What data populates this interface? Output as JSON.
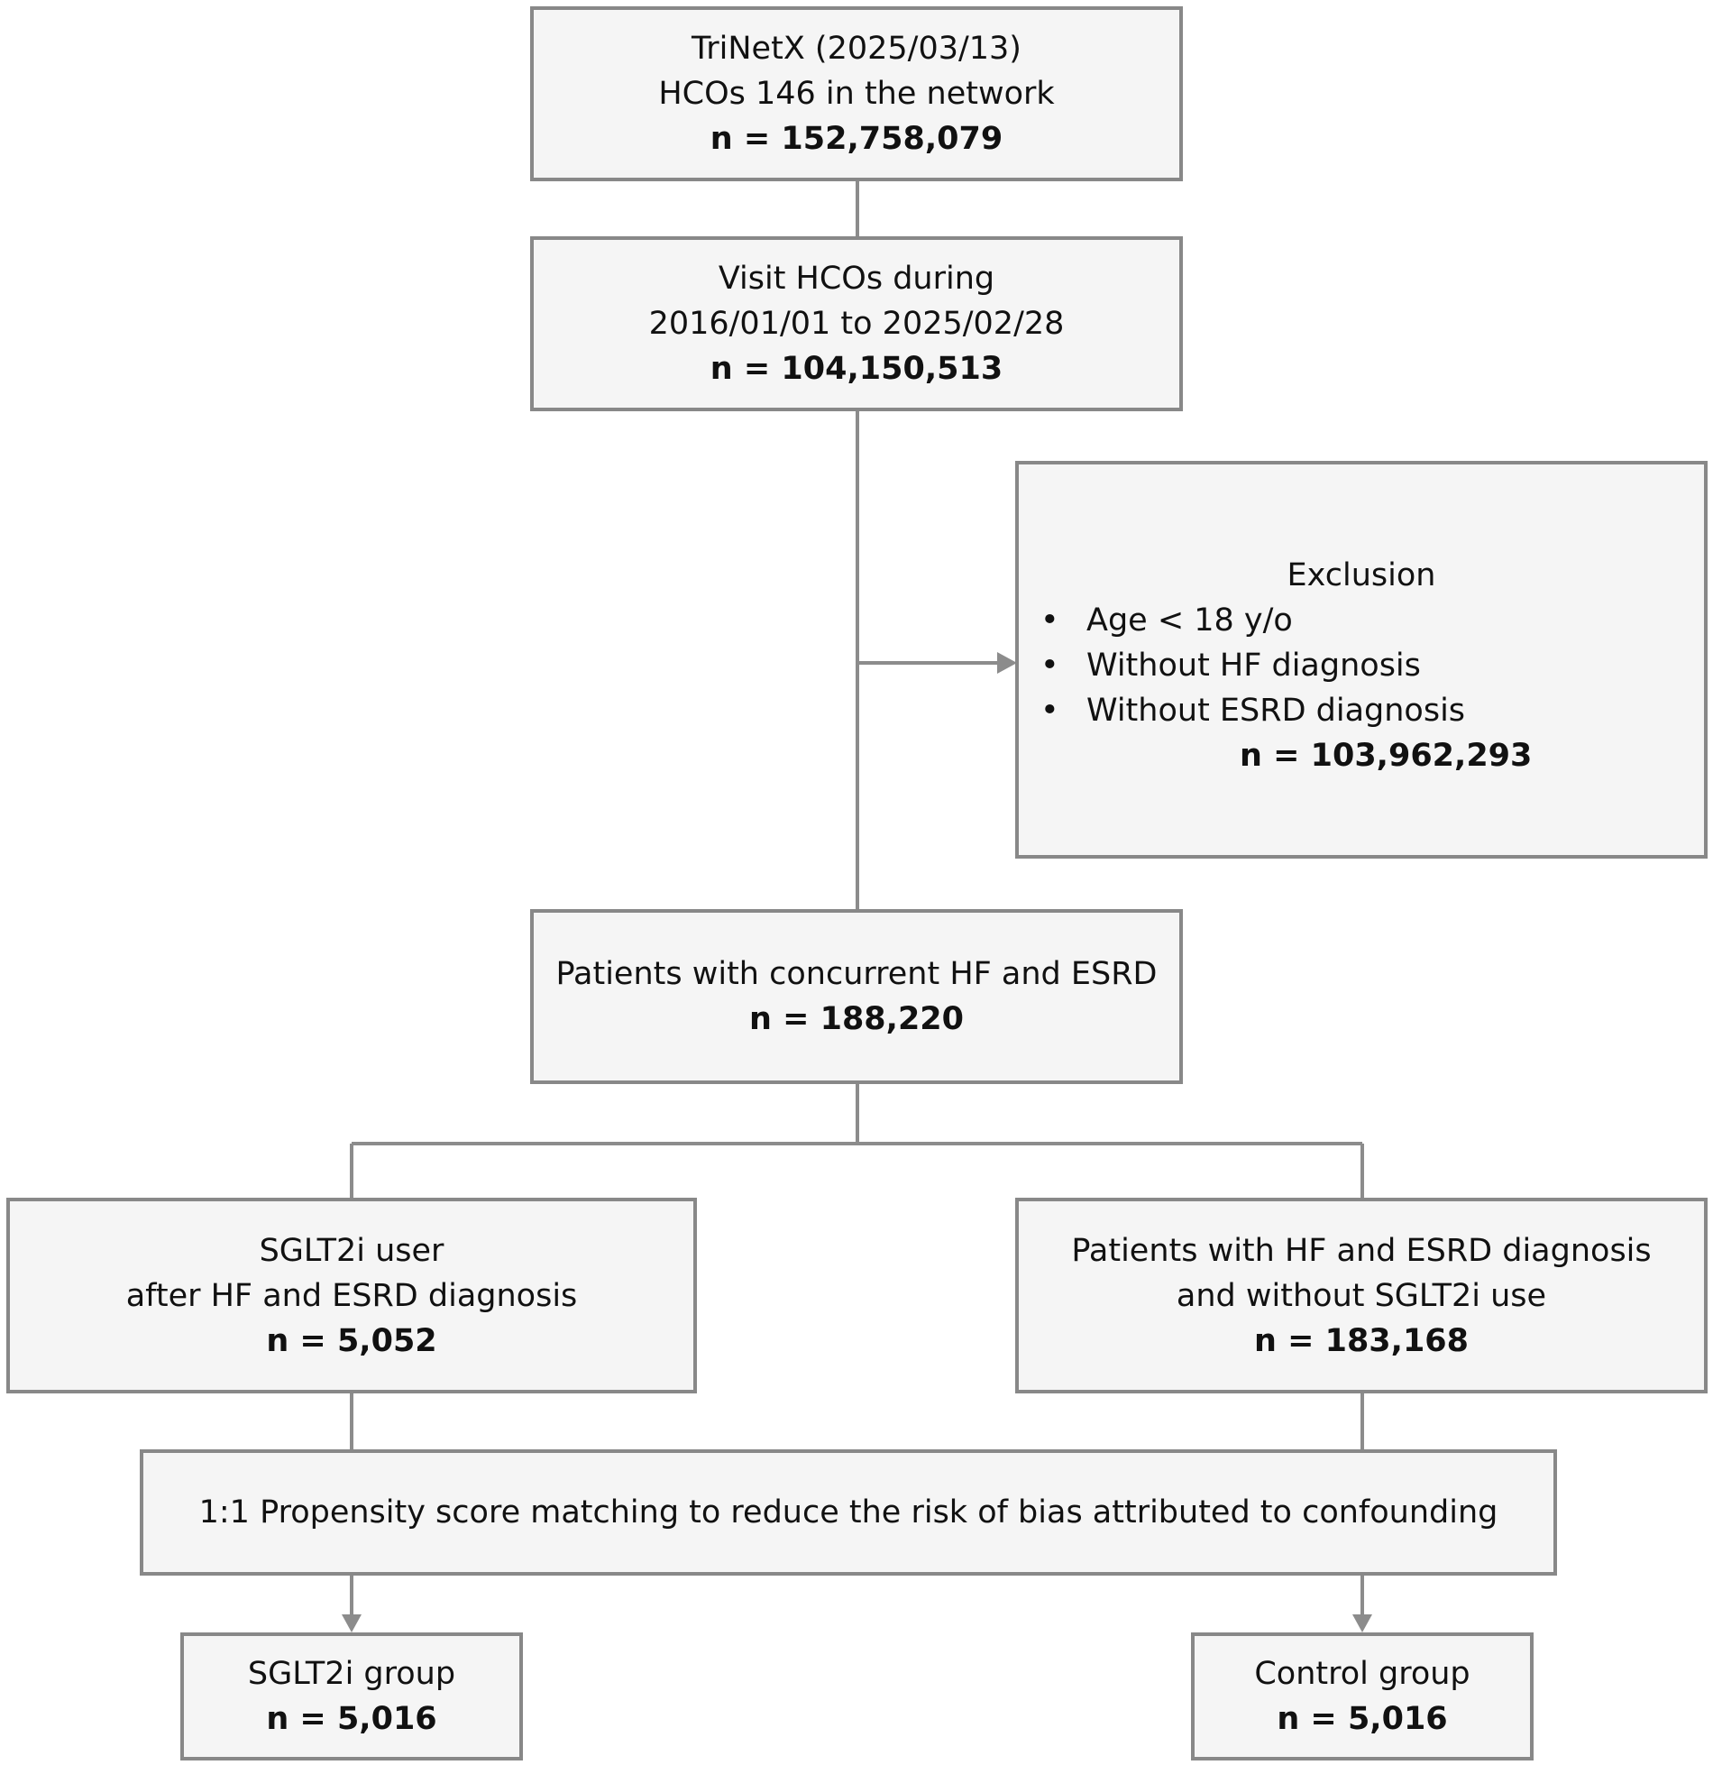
{
  "boxes": {
    "trinetx": {
      "line1": "TriNetX (2025/03/13)",
      "line2": "HCOs 146 in the network",
      "n": "n = 152,758,079"
    },
    "visit": {
      "line1": "Visit HCOs during",
      "line2": "2016/01/01 to 2025/02/28",
      "n": "n = 104,150,513"
    },
    "exclusion": {
      "title": "Exclusion",
      "items": [
        {
          "bullet": "•",
          "label": "Age < 18 y/o"
        },
        {
          "bullet": "•",
          "label": "Without HF diagnosis"
        },
        {
          "bullet": "•",
          "label": "Without ESRD diagnosis"
        }
      ],
      "n": "n = 103,962,293"
    },
    "concurrent": {
      "line1": "Patients with concurrent HF and ESRD",
      "n": "n = 188,220"
    },
    "sglt2i_user": {
      "line1": "SGLT2i user",
      "line2": "after HF and ESRD diagnosis",
      "n": "n = 5,052"
    },
    "without_sglt2i": {
      "line1": "Patients with HF and ESRD diagnosis",
      "line2": "and without SGLT2i use",
      "n": "n = 183,168"
    },
    "psm": {
      "line1": "1:1 Propensity score matching to reduce the risk of bias attributed to confounding"
    },
    "sglt2i_group": {
      "line1": "SGLT2i group",
      "n": "n = 5,016"
    },
    "control_group": {
      "line1": "Control group",
      "n": "n = 5,016"
    }
  },
  "colors": {
    "border": "#888888",
    "fill": "#f5f5f5",
    "connector": "#8c8c8c",
    "text": "#111111"
  }
}
